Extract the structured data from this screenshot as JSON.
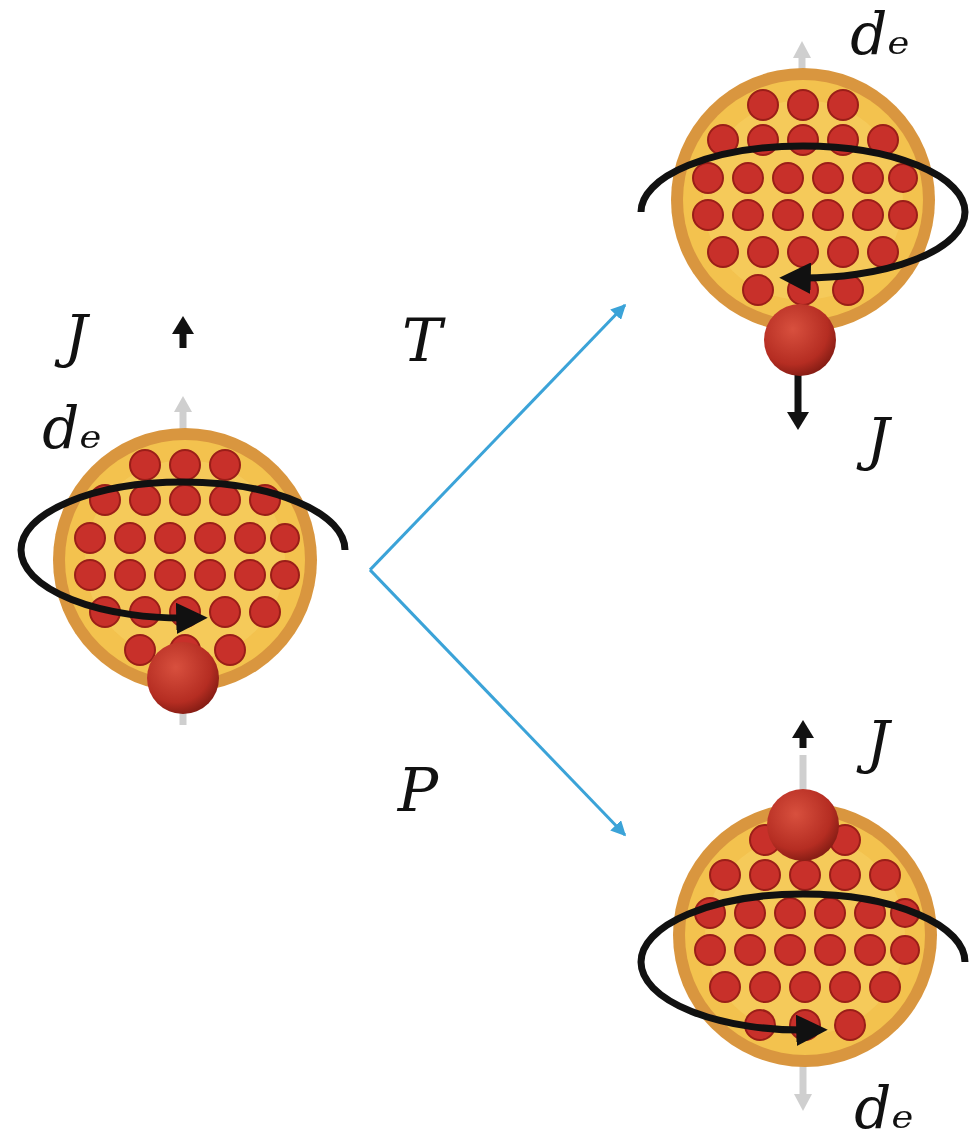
{
  "diagram": {
    "nodes": [
      {
        "text": [
          "J",
          "dₑ"
        ]
      },
      {
        "text": [
          "dₑ",
          "J"
        ]
      },
      {
        "text": [
          "J",
          "dₑ"
        ]
      }
    ],
    "edges": [
      {
        "from": 0,
        "to": 1,
        "label": "T",
        "arrow": "to"
      },
      {
        "from": 0,
        "to": 2,
        "label": "P",
        "arrow": "to"
      }
    ]
  }
}
